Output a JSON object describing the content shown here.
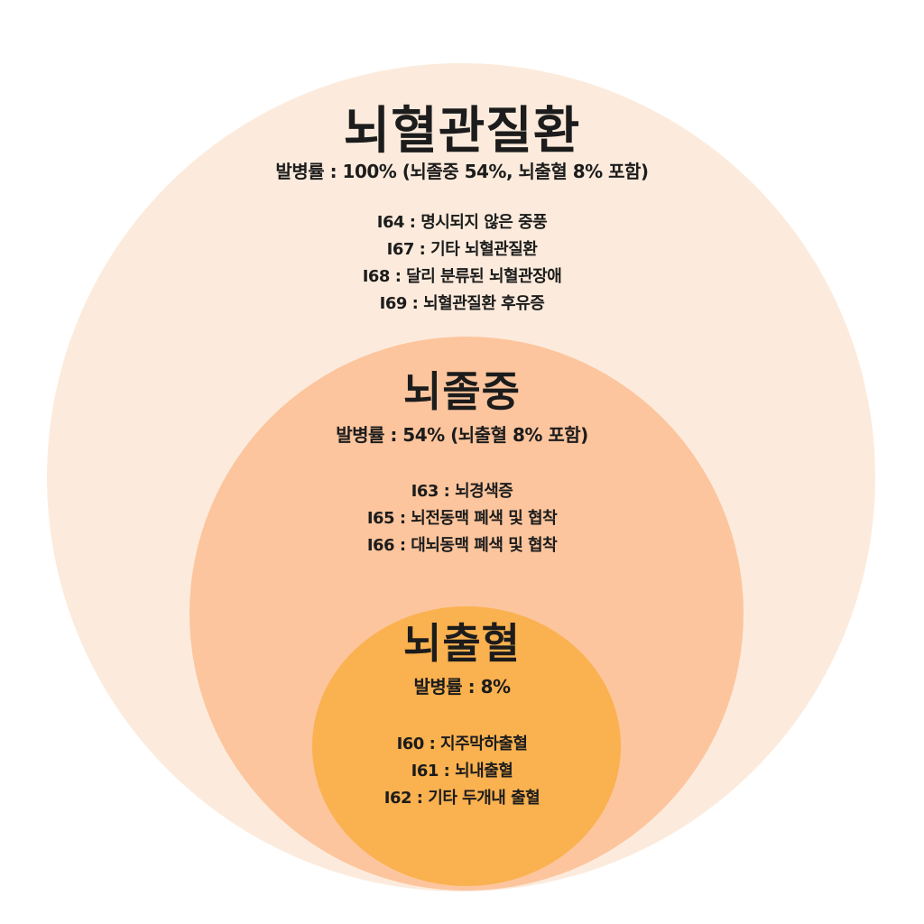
{
  "colors": {
    "outer": "#fcebdc",
    "middle": "#fcc59d",
    "inner": "#fab14f"
  },
  "outer": {
    "title": "뇌혈관질환",
    "rate": "발병률 : 100% (뇌졸중 54%, 뇌출혈 8% 포함)",
    "items": [
      "I64 : 명시되지 않은 중풍",
      "I67 : 기타 뇌혈관질환",
      "I68 : 달리 분류된 뇌혈관장애",
      "I69 : 뇌혈관질환 후유증"
    ]
  },
  "middle": {
    "title": "뇌졸중",
    "rate": "발병률 : 54% (뇌출혈 8% 포함)",
    "items": [
      "I63 : 뇌경색증",
      "I65 : 뇌전동맥 폐색 및 협착",
      "I66 : 대뇌동맥 폐색 및 협착"
    ]
  },
  "inner": {
    "title": "뇌출혈",
    "rate": "발병률 : 8%",
    "items": [
      "I60 : 지주막하출혈",
      "I61 : 뇌내출혈",
      "I62 : 기타 두개내 출혈"
    ]
  }
}
